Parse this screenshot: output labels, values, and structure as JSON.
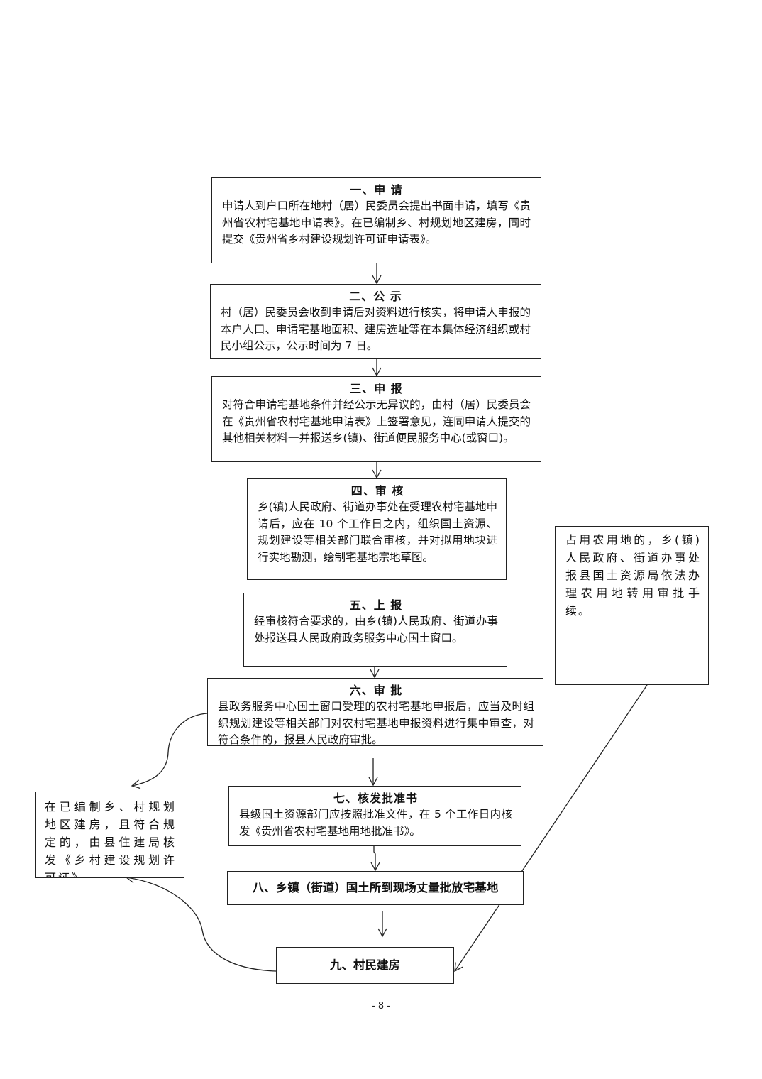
{
  "steps": [
    {
      "title": "一、申 请",
      "body": "申请人到户口所在地村（居）民委员会提出书面申请，填写《贵州省农村宅基地申请表》。在已编制乡、村规划地区建房，同时提交《贵州省乡村建设规划许可证申请表》。"
    },
    {
      "title": "二、公 示",
      "body": "村（居）民委员会收到申请后对资料进行核实，将申请人申报的本户人口、申请宅基地面积、建房选址等在本集体经济组织或村民小组公示，公示时间为 7 日。"
    },
    {
      "title": "三、申 报",
      "body": "对符合申请宅基地条件并经公示无异议的，由村（居）民委员会在《贵州省农村宅基地申请表》上签署意见，连同申请人提交的其他相关材料一并报送乡(镇)、街道便民服务中心(或窗口)。"
    },
    {
      "title": "四、审 核",
      "body": "乡(镇)人民政府、街道办事处在受理农村宅基地申请后，应在 10 个工作日之内，组织国土资源、规划建设等相关部门联合审核，并对拟用地块进行实地勘测，绘制宅基地宗地草图。"
    },
    {
      "title": "五、上 报",
      "body": "经审核符合要求的，由乡(镇)人民政府、街道办事处报送县人民政府政务服务中心国土窗口。"
    },
    {
      "title": "六、审 批",
      "body": "县政务服务中心国土窗口受理的农村宅基地申报后，应当及时组织规划建设等相关部门对农村宅基地申报资料进行集中审查，对符合条件的，报县人民政府审批。"
    },
    {
      "title": "七、核发批准书",
      "body": "县级国土资源部门应按照批准文件，在 5 个工作日内核发《贵州省农村宅基地用地批准书》。"
    },
    {
      "title": "八、乡镇（街道）国土所到现场丈量批放宅基地"
    },
    {
      "title": "九、村民建房"
    }
  ],
  "side_notes": {
    "left": "在已编制乡、村规划地区建房，且符合规定的，由县住建局核发《乡村建设规划许可证》",
    "right": "占用农用地的，乡(镇)人民政府、街道办事处报县国土资源局依法办理农用地转用审批手续。"
  },
  "page_number": "- 8 -"
}
